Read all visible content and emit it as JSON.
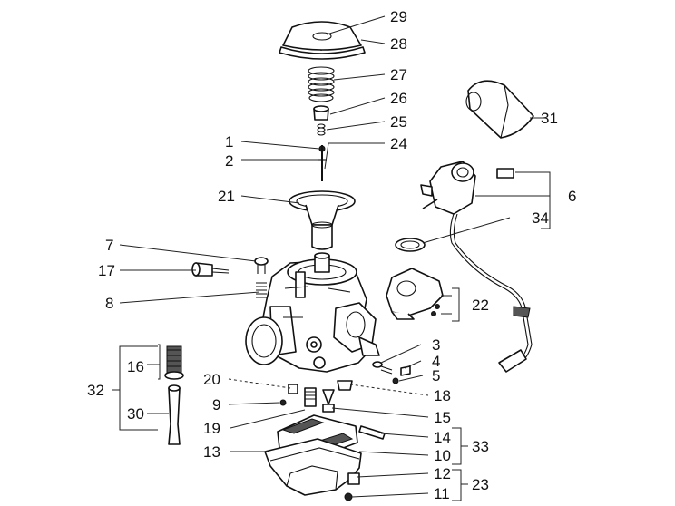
{
  "callouts": {
    "n1": "1",
    "n2": "2",
    "n3": "3",
    "n4": "4",
    "n5": "5",
    "n6": "6",
    "n7": "7",
    "n8": "8",
    "n9": "9",
    "n10": "10",
    "n11": "11",
    "n12": "12",
    "n13": "13",
    "n14": "14",
    "n15": "15",
    "n16": "16",
    "n17": "17",
    "n18": "18",
    "n19": "19",
    "n20": "20",
    "n21": "21",
    "n22": "22",
    "n23": "23",
    "n24": "24",
    "n25": "25",
    "n26": "26",
    "n27": "27",
    "n28": "28",
    "n29": "29",
    "n30": "30",
    "n31": "31",
    "n32": "32",
    "n33": "33",
    "n34": "34"
  }
}
